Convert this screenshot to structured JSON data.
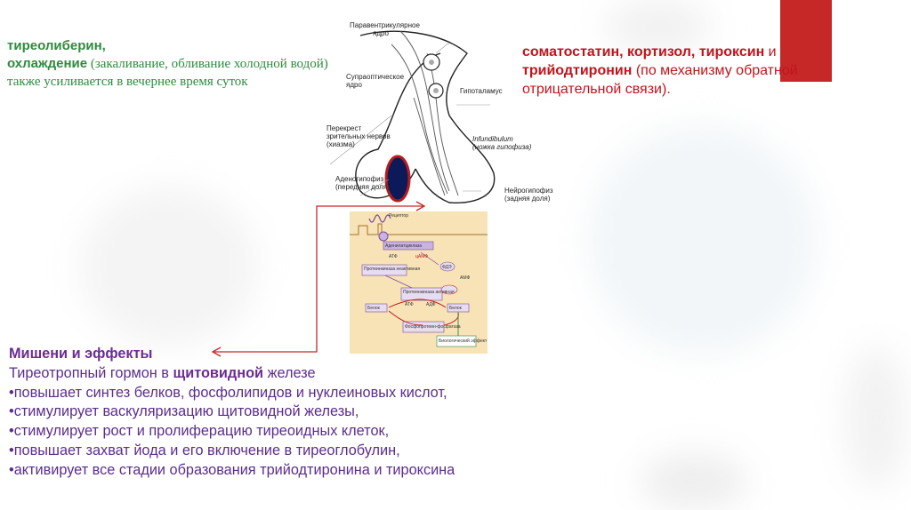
{
  "left_block": {
    "line1": "тиреолиберин,",
    "line2_bold": "охлаждение",
    "line2_rest": " (закаливание, обливание холодной водой)",
    "line3": "также усиливается в вечернее время суток"
  },
  "right_block": {
    "bold_part": "соматостатин, кортизол, тироксин",
    "conj": " и",
    "bold_part2": "трийодтиронин",
    "rest": " (по механизму обратной отрицательной связи)",
    "end": "."
  },
  "diagram_labels": {
    "paraventricular": "Паравентрикулярное ядро",
    "paraventricular_a": "Паравентрикулярное",
    "paraventricular_b": "ядро",
    "supraoptic_a": "Супраоптическое",
    "supraoptic_b": "ядро",
    "hypothalamus": "Гипоталамус",
    "chiasm_a": "Перекрест",
    "chiasm_b": "зрительных нервов",
    "chiasm_c": "(хиазма)",
    "infundibulum_a": "Infundibulum",
    "infundibulum_b": "(ножка гипофиза)",
    "adeno_a": "Аденогипофиз",
    "adeno_b": "(передняя доля)",
    "neuro_a": "Нейрогипофиз",
    "neuro_b": "(задняя доля)"
  },
  "cell_labels": {
    "receptor": "Рецептор",
    "adenylate": "Аденилатциклаза",
    "atp": "АТФ",
    "camp": "цАМФ",
    "fde": "ФДЭ",
    "amp": "АМФ",
    "pk_inactive": "Протеинкиназа неактивная",
    "pk_active": "Протеинкиназа активная",
    "atf2": "АТФ",
    "adf": "АДФ",
    "protein1": "Белок",
    "protein2": "Белок",
    "phosphatase": "Фосфопротеин-фосфатаза",
    "effect": "Биологический эффект"
  },
  "bottom_block": {
    "heading": "Мишени и эффекты",
    "intro_pre": "Тиреотропный гормон в ",
    "intro_bold": "щитовидной",
    "intro_post": " железе",
    "bullets": [
      "•повышает синтез белков, фосфолипидов и нуклеиновых кислот,",
      "•стимулирует васкуляризацию щитовидной железы,",
      "•стимулирует рост и пролиферацию тиреоидных клеток,",
      "•повышает захват йода и его включение в тиреоглобулин,",
      "•активирует все стадии образования трийодтиронина и тироксина"
    ]
  },
  "colors": {
    "green_text": "#2e8b3d",
    "red_text": "#c0141c",
    "purple_text": "#5b2d8c",
    "arrow": "#c62828",
    "cell_bg": "#f7e3b5",
    "adeno_fill": "#0c1a5a"
  }
}
